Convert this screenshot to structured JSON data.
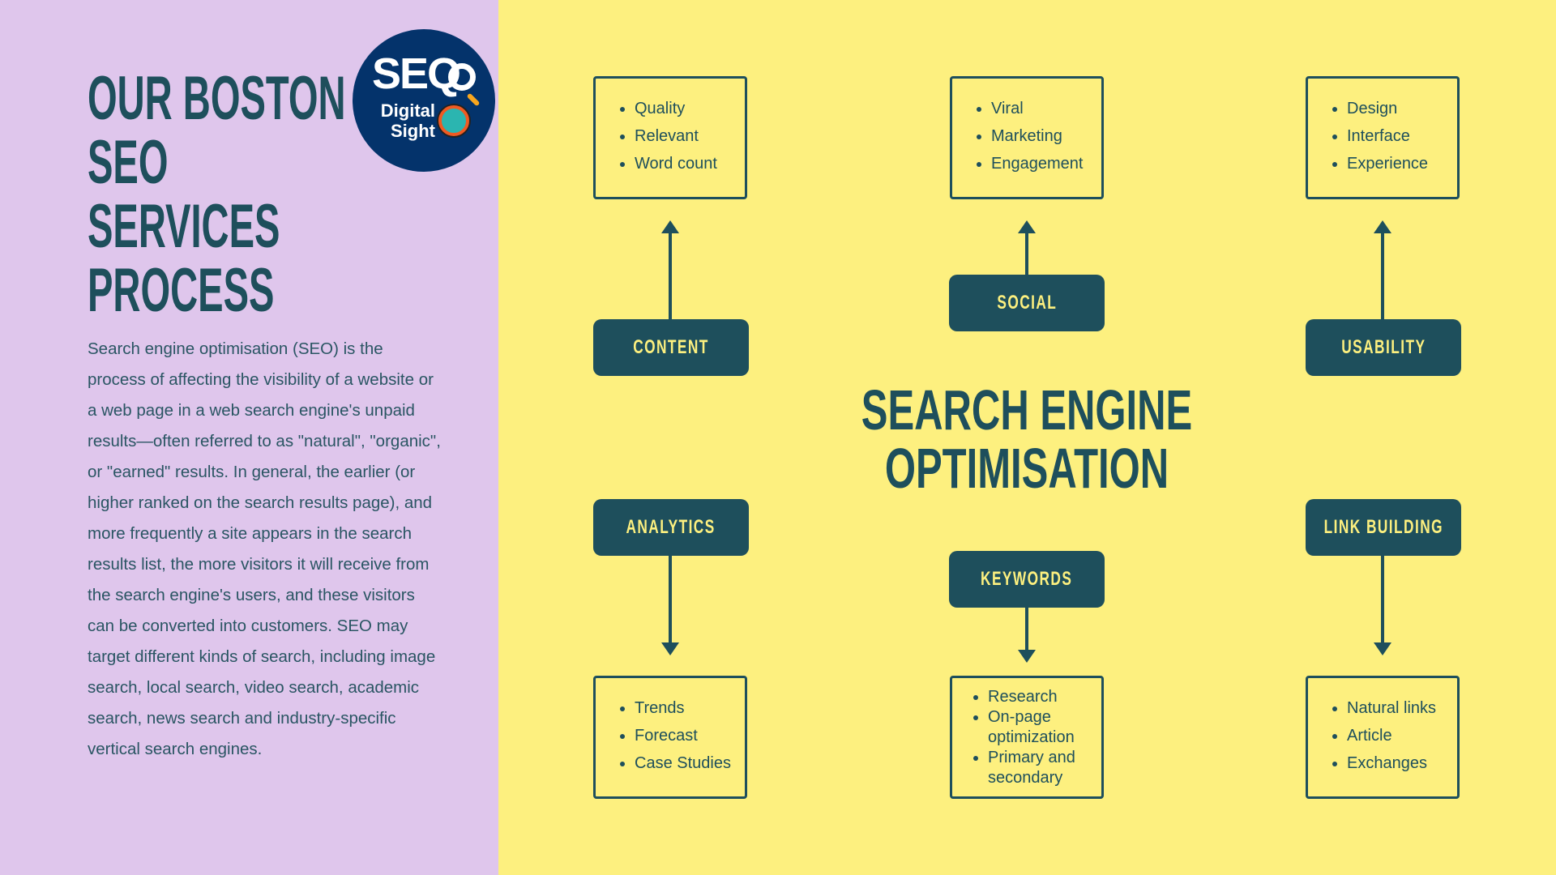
{
  "title": {
    "lines": [
      "OUR BOSTON",
      "SEO",
      "SERVICES",
      "PROCESS"
    ]
  },
  "logo": {
    "text_main": "SEQ",
    "text_sub1": "Digital",
    "text_sub2": "Sight"
  },
  "description": "Search engine optimisation (SEO) is the process of affecting the visibility of a website or a web page in a web search engine's unpaid results—often referred to as \"natural\", \"organic\", or \"earned\" results. In general, the earlier (or higher ranked on the search results page), and more frequently a site appears in the search results list, the more visitors it will receive from the search engine's users, and these visitors can be converted into customers. SEO may target different kinds of search, including image search, local search, video search, academic search, news search and industry-specific vertical search engines.",
  "center": {
    "line1": "SEARCH ENGINE",
    "line2": "OPTIMISATION"
  },
  "nodes": {
    "content": {
      "label": "CONTENT",
      "items": [
        "Quality",
        "Relevant",
        "Word count"
      ]
    },
    "social": {
      "label": "SOCIAL",
      "items": [
        "Viral",
        "Marketing",
        "Engagement"
      ]
    },
    "usability": {
      "label": "USABILITY",
      "items": [
        "Design",
        "Interface",
        "Experience"
      ]
    },
    "analytics": {
      "label": "ANALYTICS",
      "items": [
        "Trends",
        "Forecast",
        "Case Studies"
      ]
    },
    "keywords": {
      "label": "KEYWORDS",
      "items": [
        "Research",
        "On-page optimization",
        "Primary and secondary"
      ]
    },
    "link_building": {
      "label": "LINK BUILDING",
      "items": [
        "Natural links",
        "Article",
        "Exchanges"
      ]
    }
  },
  "colors": {
    "left_bg": "#dfc6ec",
    "right_bg": "#fdf07f",
    "primary": "#1e4f5c",
    "logo_bg": "#04336b"
  }
}
